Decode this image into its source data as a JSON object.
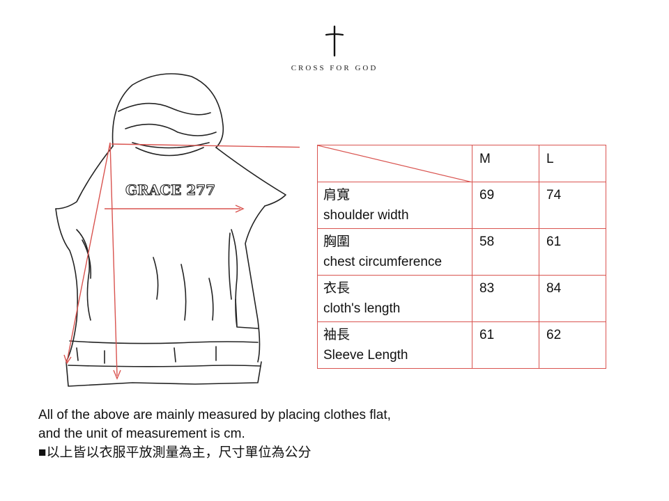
{
  "brand": {
    "name": "CROSS FOR GOD"
  },
  "drawing": {
    "print_text": "GRACE 277",
    "accent_color": "#d9534f"
  },
  "size_table": {
    "columns": [
      "M",
      "L"
    ],
    "rows": [
      {
        "cn": "肩寬",
        "en": "shoulder width",
        "values": [
          "69",
          "74"
        ]
      },
      {
        "cn": "胸圍",
        "en": "chest circumference",
        "values": [
          "58",
          "61"
        ]
      },
      {
        "cn": "衣長",
        "en": "cloth's length",
        "values": [
          "83",
          "84"
        ]
      },
      {
        "cn": "袖長",
        "en": "Sleeve Length",
        "values": [
          "61",
          "62"
        ]
      }
    ]
  },
  "notes": {
    "line1": "All of the above are mainly measured by placing clothes flat,",
    "line2": "and the unit of measurement is cm.",
    "line3": "■以上皆以衣服平放測量為主，尺寸單位為公分"
  }
}
